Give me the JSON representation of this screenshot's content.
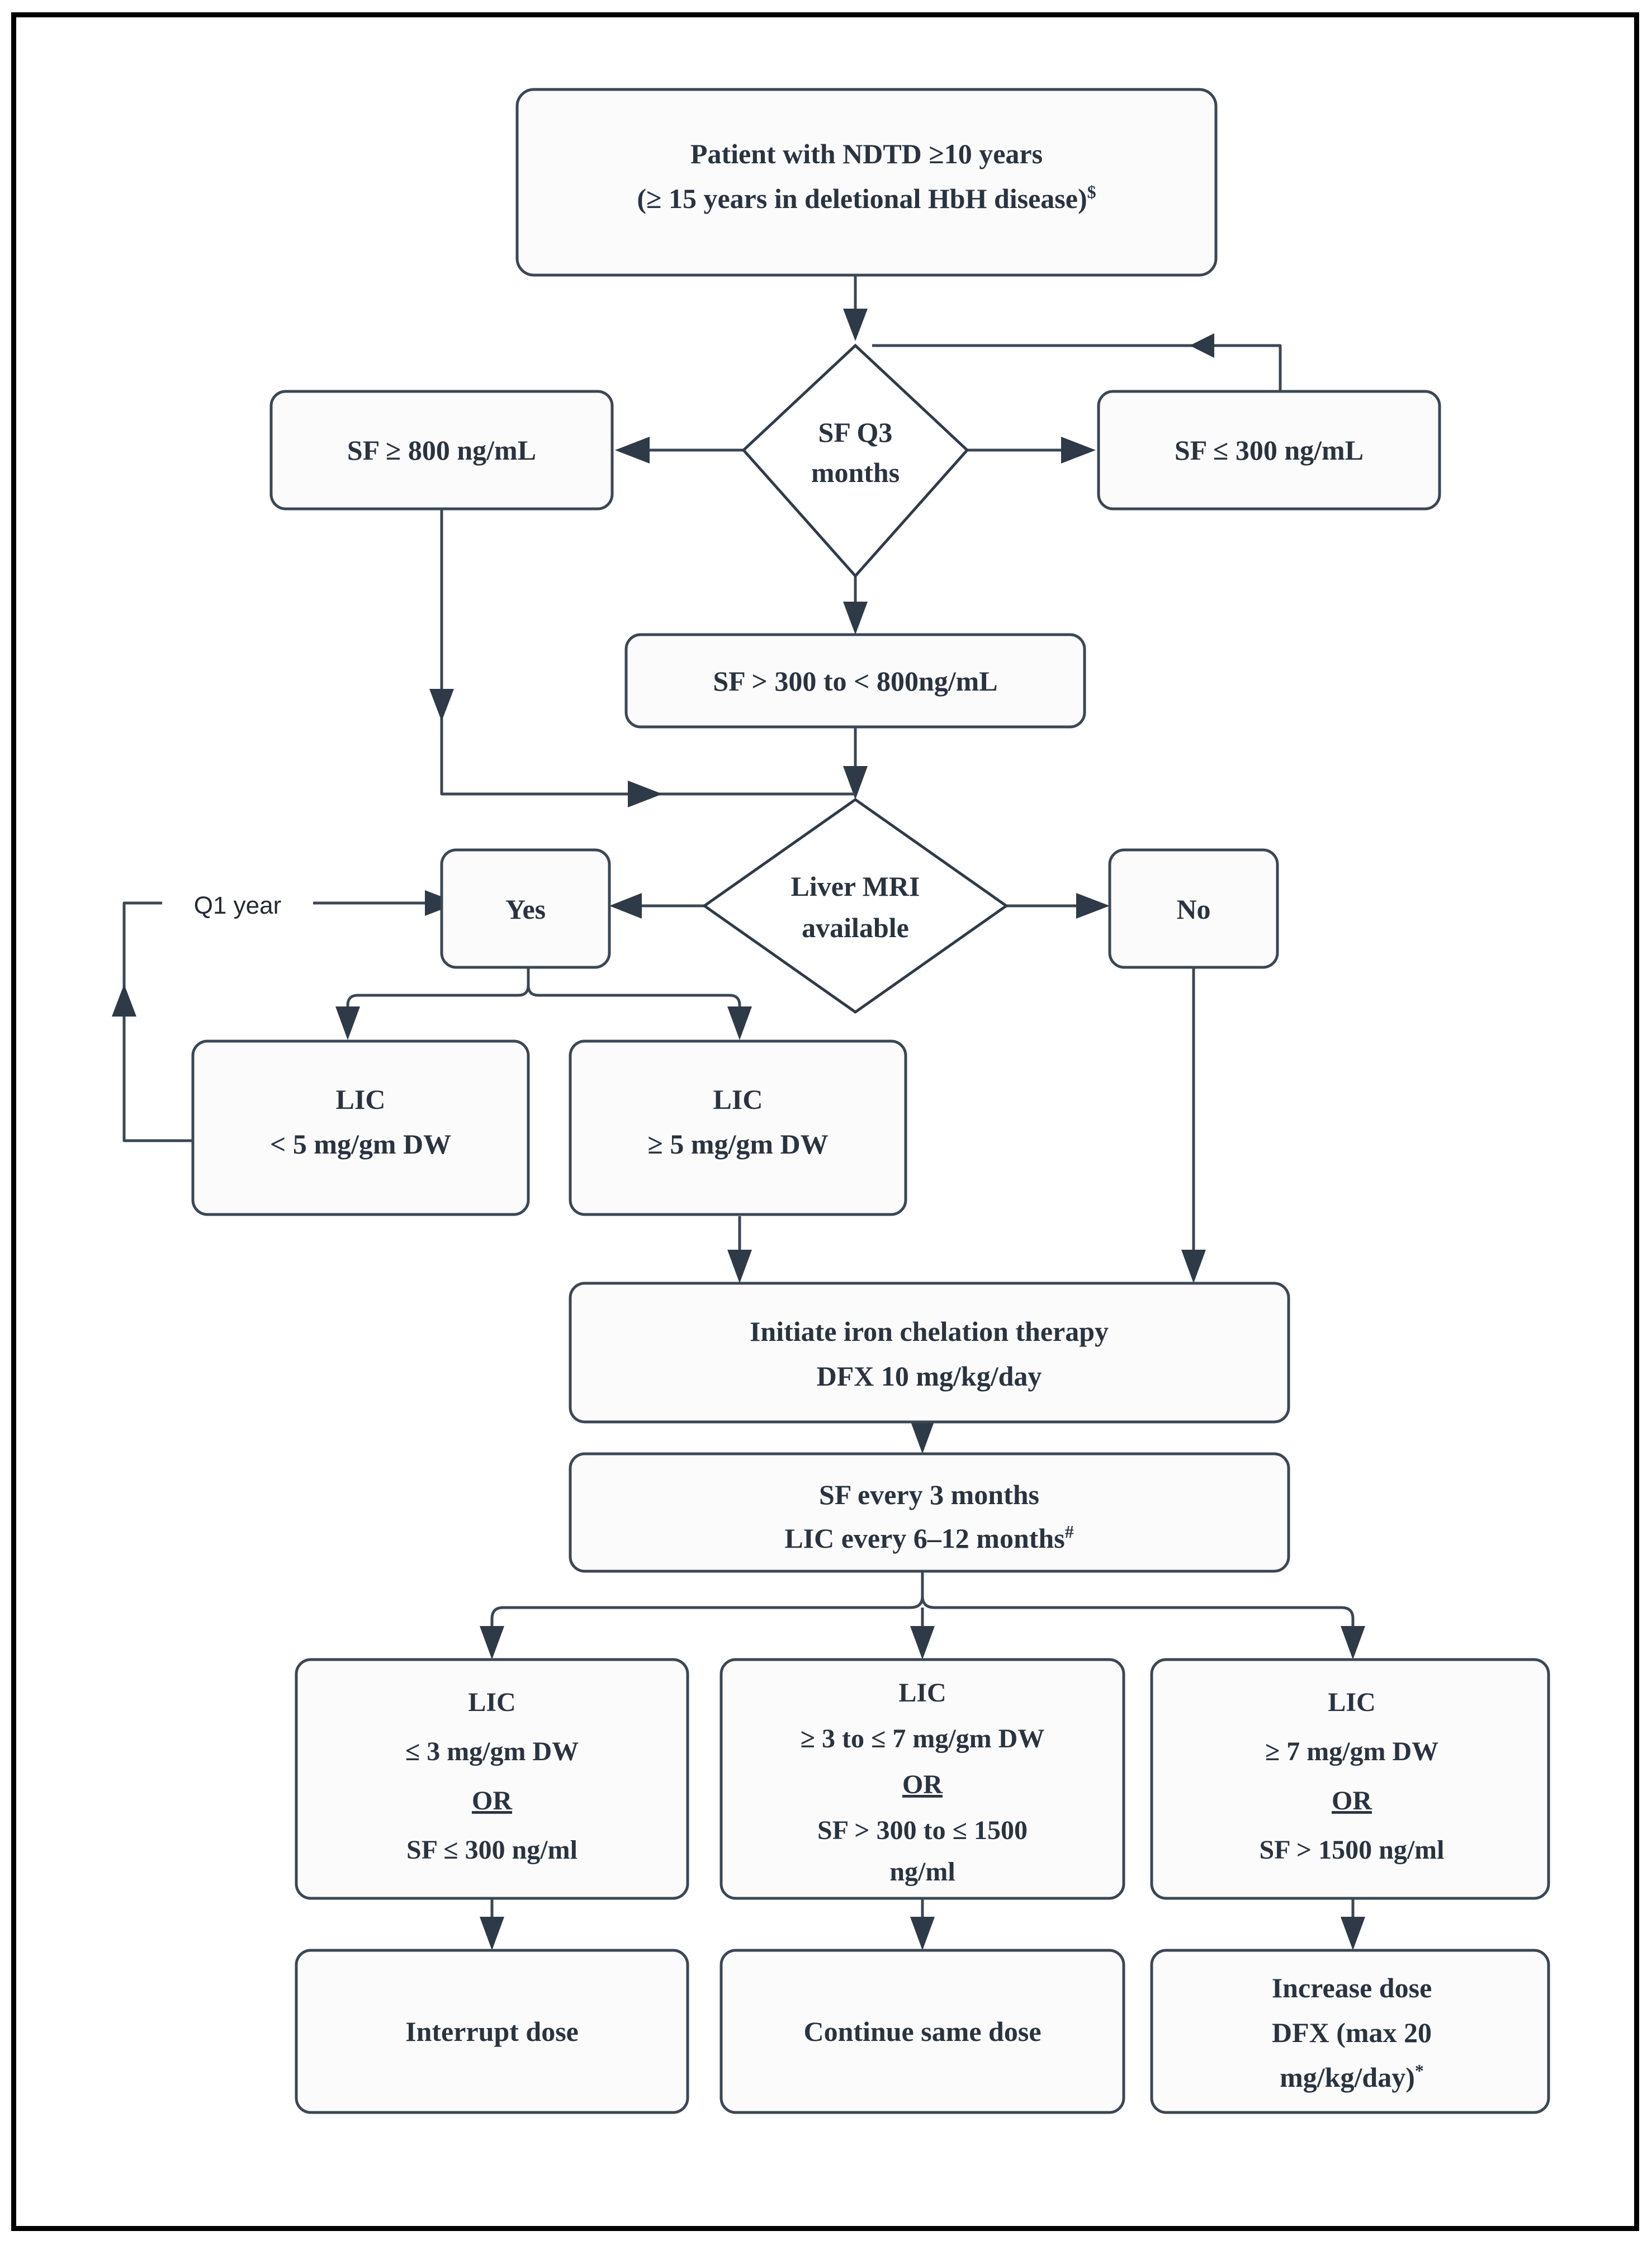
{
  "diagram": {
    "title": "NDTD iron overload monitoring and chelation algorithm",
    "frame_color": "#000000",
    "node_fill": "#fbfbfb",
    "node_stroke": "#3b4754",
    "text_color": "#2a3340",
    "nodes": {
      "patient": {
        "shape": "rounded-rect",
        "line1": "Patient with NDTD ≥10 years",
        "line2_pre": "(",
        "line2": "≥ 15 years in deletional HbH disease)",
        "line2_sup": "$"
      },
      "sf_q3": {
        "shape": "diamond",
        "line1": "SF Q3",
        "line2": "months"
      },
      "sf_ge_800": {
        "shape": "rounded-rect",
        "line1": "SF ≥ 800 ng/mL"
      },
      "sf_le_300": {
        "shape": "rounded-rect",
        "line1": "SF ≤ 300 ng/mL"
      },
      "sf_mid": {
        "shape": "rounded-rect",
        "line1": "SF > 300 to < 800ng/mL"
      },
      "liver_mri": {
        "shape": "diamond",
        "line1": "Liver MRI",
        "line2": "available"
      },
      "yes": {
        "shape": "rounded-rect",
        "line1": "Yes"
      },
      "no": {
        "shape": "rounded-rect",
        "line1": "No"
      },
      "lic_lt5": {
        "shape": "rounded-rect",
        "line1": "LIC",
        "line2": "< 5 mg/gm DW"
      },
      "lic_ge5": {
        "shape": "rounded-rect",
        "line1": "LIC",
        "line2": "≥ 5 mg/gm DW"
      },
      "initiate": {
        "shape": "rounded-rect",
        "line1": "Initiate iron chelation therapy",
        "line2": "DFX 10 mg/kg/day"
      },
      "monitor": {
        "shape": "rounded-rect",
        "line1": "SF every 3 months",
        "line2": "LIC every 6–12 months",
        "line2_sup": "#"
      },
      "low_band": {
        "shape": "rounded-rect",
        "line1": "LIC",
        "line2": "≤ 3 mg/gm DW",
        "line3": "OR",
        "line4": "SF ≤ 300 ng/ml"
      },
      "mid_band": {
        "shape": "rounded-rect",
        "line1": "LIC",
        "line2": "≥ 3 to ≤ 7 mg/gm DW",
        "line3": "OR",
        "line4": "SF > 300 to ≤ 1500",
        "line5": "ng/ml"
      },
      "high_band": {
        "shape": "rounded-rect",
        "line1": "LIC",
        "line2": "≥ 7 mg/gm DW",
        "line3": "OR",
        "line4": "SF > 1500 ng/ml"
      },
      "interrupt": {
        "shape": "rounded-rect",
        "line1": "Interrupt dose"
      },
      "continue": {
        "shape": "rounded-rect",
        "line1": "Continue same dose"
      },
      "increase": {
        "shape": "rounded-rect",
        "line1": "Increase dose",
        "line2": "DFX (max 20",
        "line3": "mg/kg/day)",
        "line3_sup": "*"
      }
    },
    "edge_labels": {
      "q1_year": "Q1 year"
    }
  }
}
